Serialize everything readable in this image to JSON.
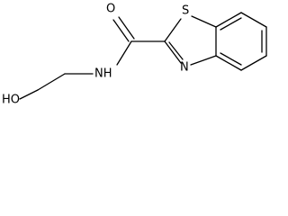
{
  "structure": {
    "atom_labels": {
      "oxygen_carbonyl": "O",
      "sulfur": "S",
      "nitrogen_ring": "N",
      "nitrogen_amide": "NH",
      "hydroxyl": "HO"
    },
    "colors": {
      "bond": "#000000",
      "label": "#000000",
      "background": "#ffffff"
    }
  }
}
